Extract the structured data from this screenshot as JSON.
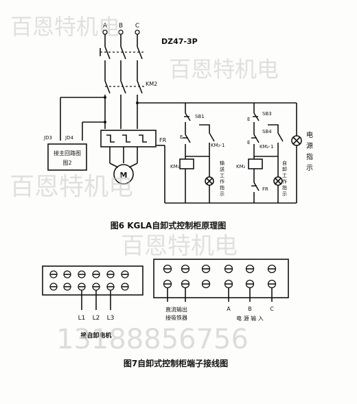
{
  "watermark": {
    "brand": "百恩特机电",
    "phone": "13188856756"
  },
  "fig6": {
    "phases": [
      "A",
      "B",
      "C"
    ],
    "breaker": "DZ47-3P",
    "contactor": "KM2",
    "thermal_relay": "FR",
    "motor": "M",
    "terminal_jd3": "JD3",
    "terminal_jd4": "JD4",
    "main_circuit_box_line1": "接主回路图",
    "main_circuit_box_line2": "图2",
    "sb1": "SB1",
    "sb3": "SB3",
    "sb4": "SB4",
    "e1": "E",
    "e2": "E",
    "e3": "E",
    "km1_contact": "KM₂-1",
    "km2_contact": "KM₂-1",
    "km1_coil": "KM₁",
    "km2_coil": "KM₂",
    "fr_contact": "FR",
    "lamp1_label": [
      "输",
      "送",
      "工",
      "作",
      "指",
      "示"
    ],
    "lamp2_label": [
      "自",
      "卸",
      "工",
      "作",
      "指",
      "示"
    ],
    "power_label": [
      "电",
      "源",
      "指",
      "示"
    ],
    "caption": "图6 KGLA自卸式控制柜原理图"
  },
  "fig7": {
    "left_outputs": [
      "L1",
      "L2",
      "L3"
    ],
    "left_caption": "接自卸电机",
    "dc_label_line1": "直流输出",
    "dc_label_line2": "接吸铁器",
    "right_inputs": [
      "A",
      "B",
      "C"
    ],
    "power_input": "电 源 输 入",
    "caption": "图7自卸式控制柜端子接线图"
  }
}
